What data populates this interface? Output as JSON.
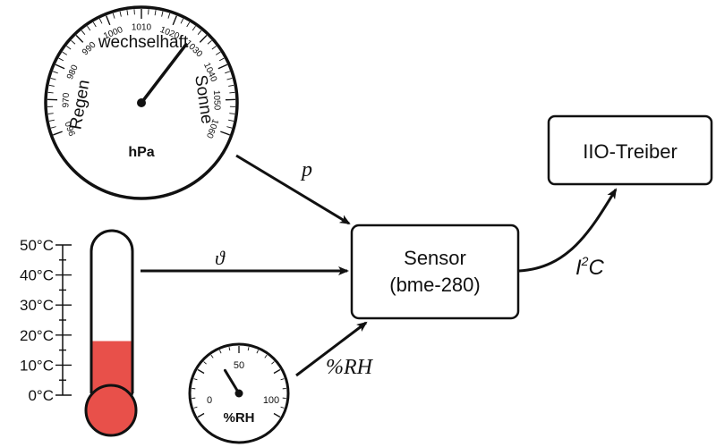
{
  "barometer": {
    "tick_labels": [
      "960",
      "970",
      "980",
      "990",
      "1000",
      "1010",
      "1020",
      "1030",
      "1040",
      "1050",
      "1060"
    ],
    "words": [
      "Regen",
      "wechselhaft",
      "Sonne"
    ],
    "unit": "hPa",
    "reading": 1027
  },
  "thermometer": {
    "scale_labels": [
      "0°C",
      "10°C",
      "20°C",
      "30°C",
      "40°C",
      "50°C"
    ],
    "reading_celsius": 18,
    "fill_color": "#e8504a"
  },
  "hygrometer": {
    "tick_labels": [
      "0",
      "50",
      "100"
    ],
    "unit": "%RH",
    "reading": 37
  },
  "sensor": {
    "line1": "Sensor",
    "line2": "(bme-280)"
  },
  "driver": {
    "label": "IIO-Treiber"
  },
  "arrows": {
    "pressure_label": "p",
    "temperature_label": "ϑ",
    "humidity_label": "%RH",
    "bus_label_base": "I",
    "bus_label_sup": "2",
    "bus_label_tail": "C"
  }
}
